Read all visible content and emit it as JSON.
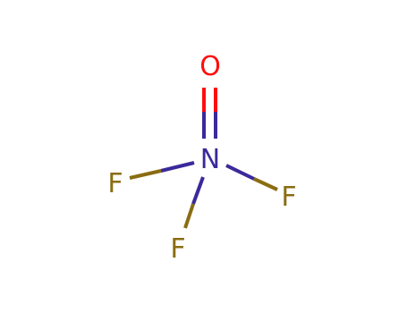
{
  "molecule": {
    "atoms": [
      {
        "id": "O1",
        "symbol": "O",
        "color": "#ff0d0d"
      },
      {
        "id": "N1",
        "symbol": "N",
        "color": "#3050f8"
      },
      {
        "id": "F1",
        "symbol": "F",
        "color": "#8a6d12"
      },
      {
        "id": "F2",
        "symbol": "F",
        "color": "#8a6d12"
      },
      {
        "id": "F3",
        "symbol": "F",
        "color": "#8a6d12"
      }
    ],
    "bonds": [
      {
        "from": "N1",
        "to": "O1",
        "order": 2
      },
      {
        "from": "N1",
        "to": "F1",
        "order": 1
      },
      {
        "from": "N1",
        "to": "F2",
        "order": 1
      },
      {
        "from": "N1",
        "to": "F3",
        "order": 1
      }
    ],
    "colors": {
      "nitrogen": "#3a2a9b",
      "oxygen": "#ff0d0d",
      "fluorine": "#8a6d12"
    }
  }
}
